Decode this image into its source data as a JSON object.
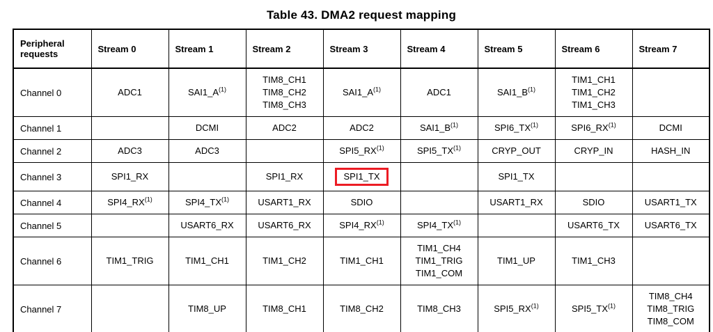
{
  "title": "Table 43. DMA2 request mapping",
  "colors": {
    "border": "#000000",
    "text": "#000000",
    "background": "#ffffff",
    "highlight_red": "#EC1C24"
  },
  "table": {
    "corner_header": "Peripheral requests",
    "stream_headers": [
      "Stream 0",
      "Stream 1",
      "Stream 2",
      "Stream 3",
      "Stream 4",
      "Stream 5",
      "Stream 6",
      "Stream 7"
    ],
    "rows": [
      {
        "channel": "Channel 0",
        "cells": [
          [
            "ADC1"
          ],
          [
            "SAI1_A(1)"
          ],
          [
            "TIM8_CH1",
            "TIM8_CH2",
            "TIM8_CH3"
          ],
          [
            "SAI1_A(1)"
          ],
          [
            "ADC1"
          ],
          [
            "SAI1_B(1)"
          ],
          [
            "TIM1_CH1",
            "TIM1_CH2",
            "TIM1_CH3"
          ],
          []
        ]
      },
      {
        "channel": "Channel 1",
        "cells": [
          [],
          [
            "DCMI"
          ],
          [
            "ADC2"
          ],
          [
            "ADC2"
          ],
          [
            "SAI1_B(1)"
          ],
          [
            "SPI6_TX(1)"
          ],
          [
            "SPI6_RX(1)"
          ],
          [
            "DCMI"
          ]
        ]
      },
      {
        "channel": "Channel 2",
        "cells": [
          [
            "ADC3"
          ],
          [
            "ADC3"
          ],
          [],
          [
            "SPI5_RX(1)"
          ],
          [
            "SPI5_TX(1)"
          ],
          [
            "CRYP_OUT"
          ],
          [
            "CRYP_IN"
          ],
          [
            "HASH_IN"
          ]
        ]
      },
      {
        "channel": "Channel 3",
        "cells": [
          [
            "SPI1_RX"
          ],
          [],
          [
            "SPI1_RX"
          ],
          [
            "SPI1_TX"
          ],
          [],
          [
            "SPI1_TX"
          ],
          [],
          []
        ]
      },
      {
        "channel": "Channel 4",
        "cells": [
          [
            "SPI4_RX(1)"
          ],
          [
            "SPI4_TX(1)"
          ],
          [
            "USART1_RX"
          ],
          [
            "SDIO"
          ],
          [],
          [
            "USART1_RX"
          ],
          [
            "SDIO"
          ],
          [
            "USART1_TX"
          ]
        ]
      },
      {
        "channel": "Channel 5",
        "cells": [
          [],
          [
            "USART6_RX"
          ],
          [
            "USART6_RX"
          ],
          [
            "SPI4_RX(1)"
          ],
          [
            "SPI4_TX(1)"
          ],
          [],
          [
            "USART6_TX"
          ],
          [
            "USART6_TX"
          ]
        ]
      },
      {
        "channel": "Channel 6",
        "cells": [
          [
            "TIM1_TRIG"
          ],
          [
            "TIM1_CH1"
          ],
          [
            "TIM1_CH2"
          ],
          [
            "TIM1_CH1"
          ],
          [
            "TIM1_CH4",
            "TIM1_TRIG",
            "TIM1_COM"
          ],
          [
            "TIM1_UP"
          ],
          [
            "TIM1_CH3"
          ],
          []
        ]
      },
      {
        "channel": "Channel 7",
        "cells": [
          [],
          [
            "TIM8_UP"
          ],
          [
            "TIM8_CH1"
          ],
          [
            "TIM8_CH2"
          ],
          [
            "TIM8_CH3"
          ],
          [
            "SPI5_RX(1)"
          ],
          [
            "SPI5_TX(1)"
          ],
          [
            "TIM8_CH4",
            "TIM8_TRIG",
            "TIM8_COM"
          ]
        ]
      }
    ]
  },
  "highlight": {
    "channel": "Channel 3",
    "stream": "Stream 3",
    "row_index": 3,
    "col_index": 3,
    "border_color": "#EC1C24"
  }
}
